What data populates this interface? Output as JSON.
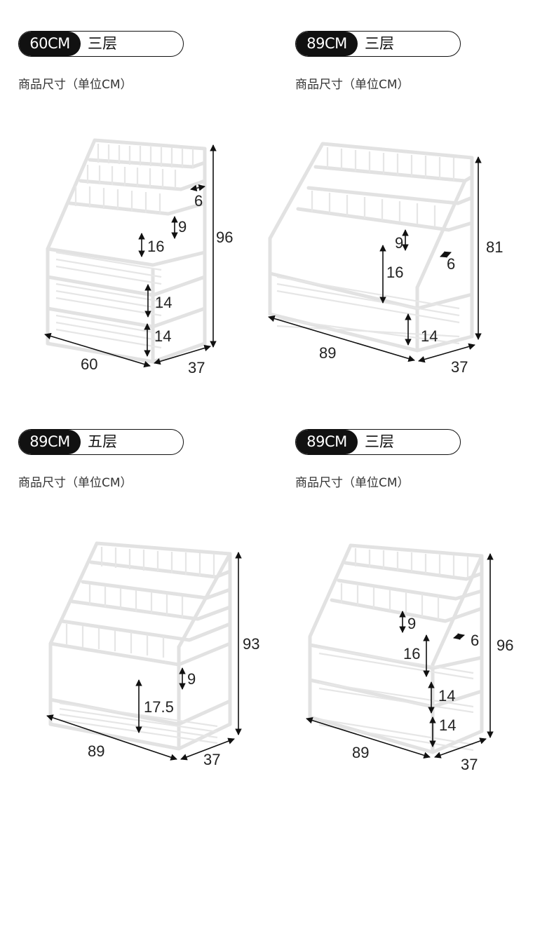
{
  "subtitle": "商品尺寸（单位CM）",
  "products": [
    {
      "size_label": "60CM",
      "tier_label": "三层",
      "dims": {
        "height": "96",
        "width": "60",
        "depth": "37",
        "gap_a": "6",
        "gap_b": "9",
        "gap_c": "16",
        "gap_d": "14",
        "gap_e": "14"
      }
    },
    {
      "size_label": "89CM",
      "tier_label": "三层",
      "dims": {
        "height": "81",
        "width": "89",
        "depth": "37",
        "gap_a": "9",
        "gap_b": "6",
        "gap_c": "16",
        "gap_d": "14"
      }
    },
    {
      "size_label": "89CM",
      "tier_label": "五层",
      "dims": {
        "height": "93",
        "width": "89",
        "depth": "37",
        "gap_a": "9",
        "gap_b": "17.5"
      }
    },
    {
      "size_label": "89CM",
      "tier_label": "三层",
      "dims": {
        "height": "96",
        "width": "89",
        "depth": "37",
        "gap_a": "9",
        "gap_b": "6",
        "gap_c": "16",
        "gap_d": "14",
        "gap_e": "14"
      }
    }
  ]
}
